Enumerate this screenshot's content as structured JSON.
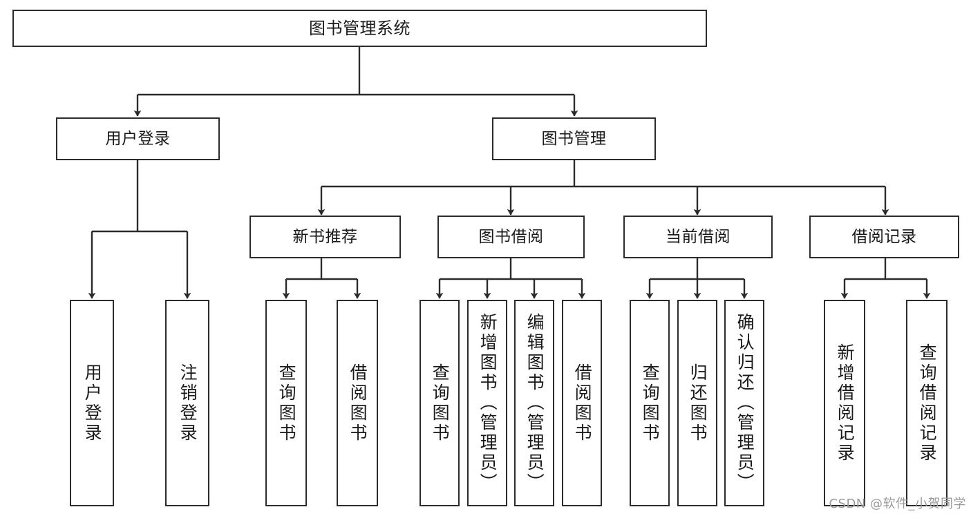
{
  "diagram": {
    "title": "图书管理系统",
    "type": "functional-decomposition-tree",
    "watermark": "CSDN @软件_小贺同学",
    "colors": {
      "stroke": "#2b2b2b",
      "fill": "#ffffff",
      "text": "#1a1a1a",
      "watermark": "#9a9a9a"
    },
    "levels": {
      "root": {
        "label": "图书管理系统"
      },
      "level2": [
        {
          "id": "user-login",
          "label": "用户登录"
        },
        {
          "id": "book-manage",
          "label": "图书管理"
        }
      ],
      "level3": [
        {
          "id": "new-book-recommend",
          "label": "新书推荐"
        },
        {
          "id": "book-borrow",
          "label": "图书借阅"
        },
        {
          "id": "current-borrow",
          "label": "当前借阅"
        },
        {
          "id": "borrow-record",
          "label": "借阅记录"
        }
      ],
      "leaves": {
        "user-login": [
          {
            "id": "leaf-user-login",
            "label": "用户登录"
          },
          {
            "id": "leaf-user-logout",
            "label": "注销登录"
          }
        ],
        "new-book-recommend": [
          {
            "id": "leaf-query-book-1",
            "label": "查询图书"
          },
          {
            "id": "leaf-borrow-book-1",
            "label": "借阅图书"
          }
        ],
        "book-borrow": [
          {
            "id": "leaf-query-book-2",
            "label": "查询图书"
          },
          {
            "id": "leaf-add-book-admin",
            "label": "新增图书（管理员）"
          },
          {
            "id": "leaf-edit-book-admin",
            "label": "编辑图书（管理员）"
          },
          {
            "id": "leaf-borrow-book-2",
            "label": "借阅图书"
          }
        ],
        "current-borrow": [
          {
            "id": "leaf-query-book-3",
            "label": "查询图书"
          },
          {
            "id": "leaf-return-book",
            "label": "归还图书"
          },
          {
            "id": "leaf-confirm-return-admin",
            "label": "确认归还（管理员）"
          }
        ],
        "borrow-record": [
          {
            "id": "leaf-add-borrow-record",
            "label": "新增借阅记录"
          },
          {
            "id": "leaf-query-borrow-record",
            "label": "查询借阅记录"
          }
        ]
      }
    }
  }
}
